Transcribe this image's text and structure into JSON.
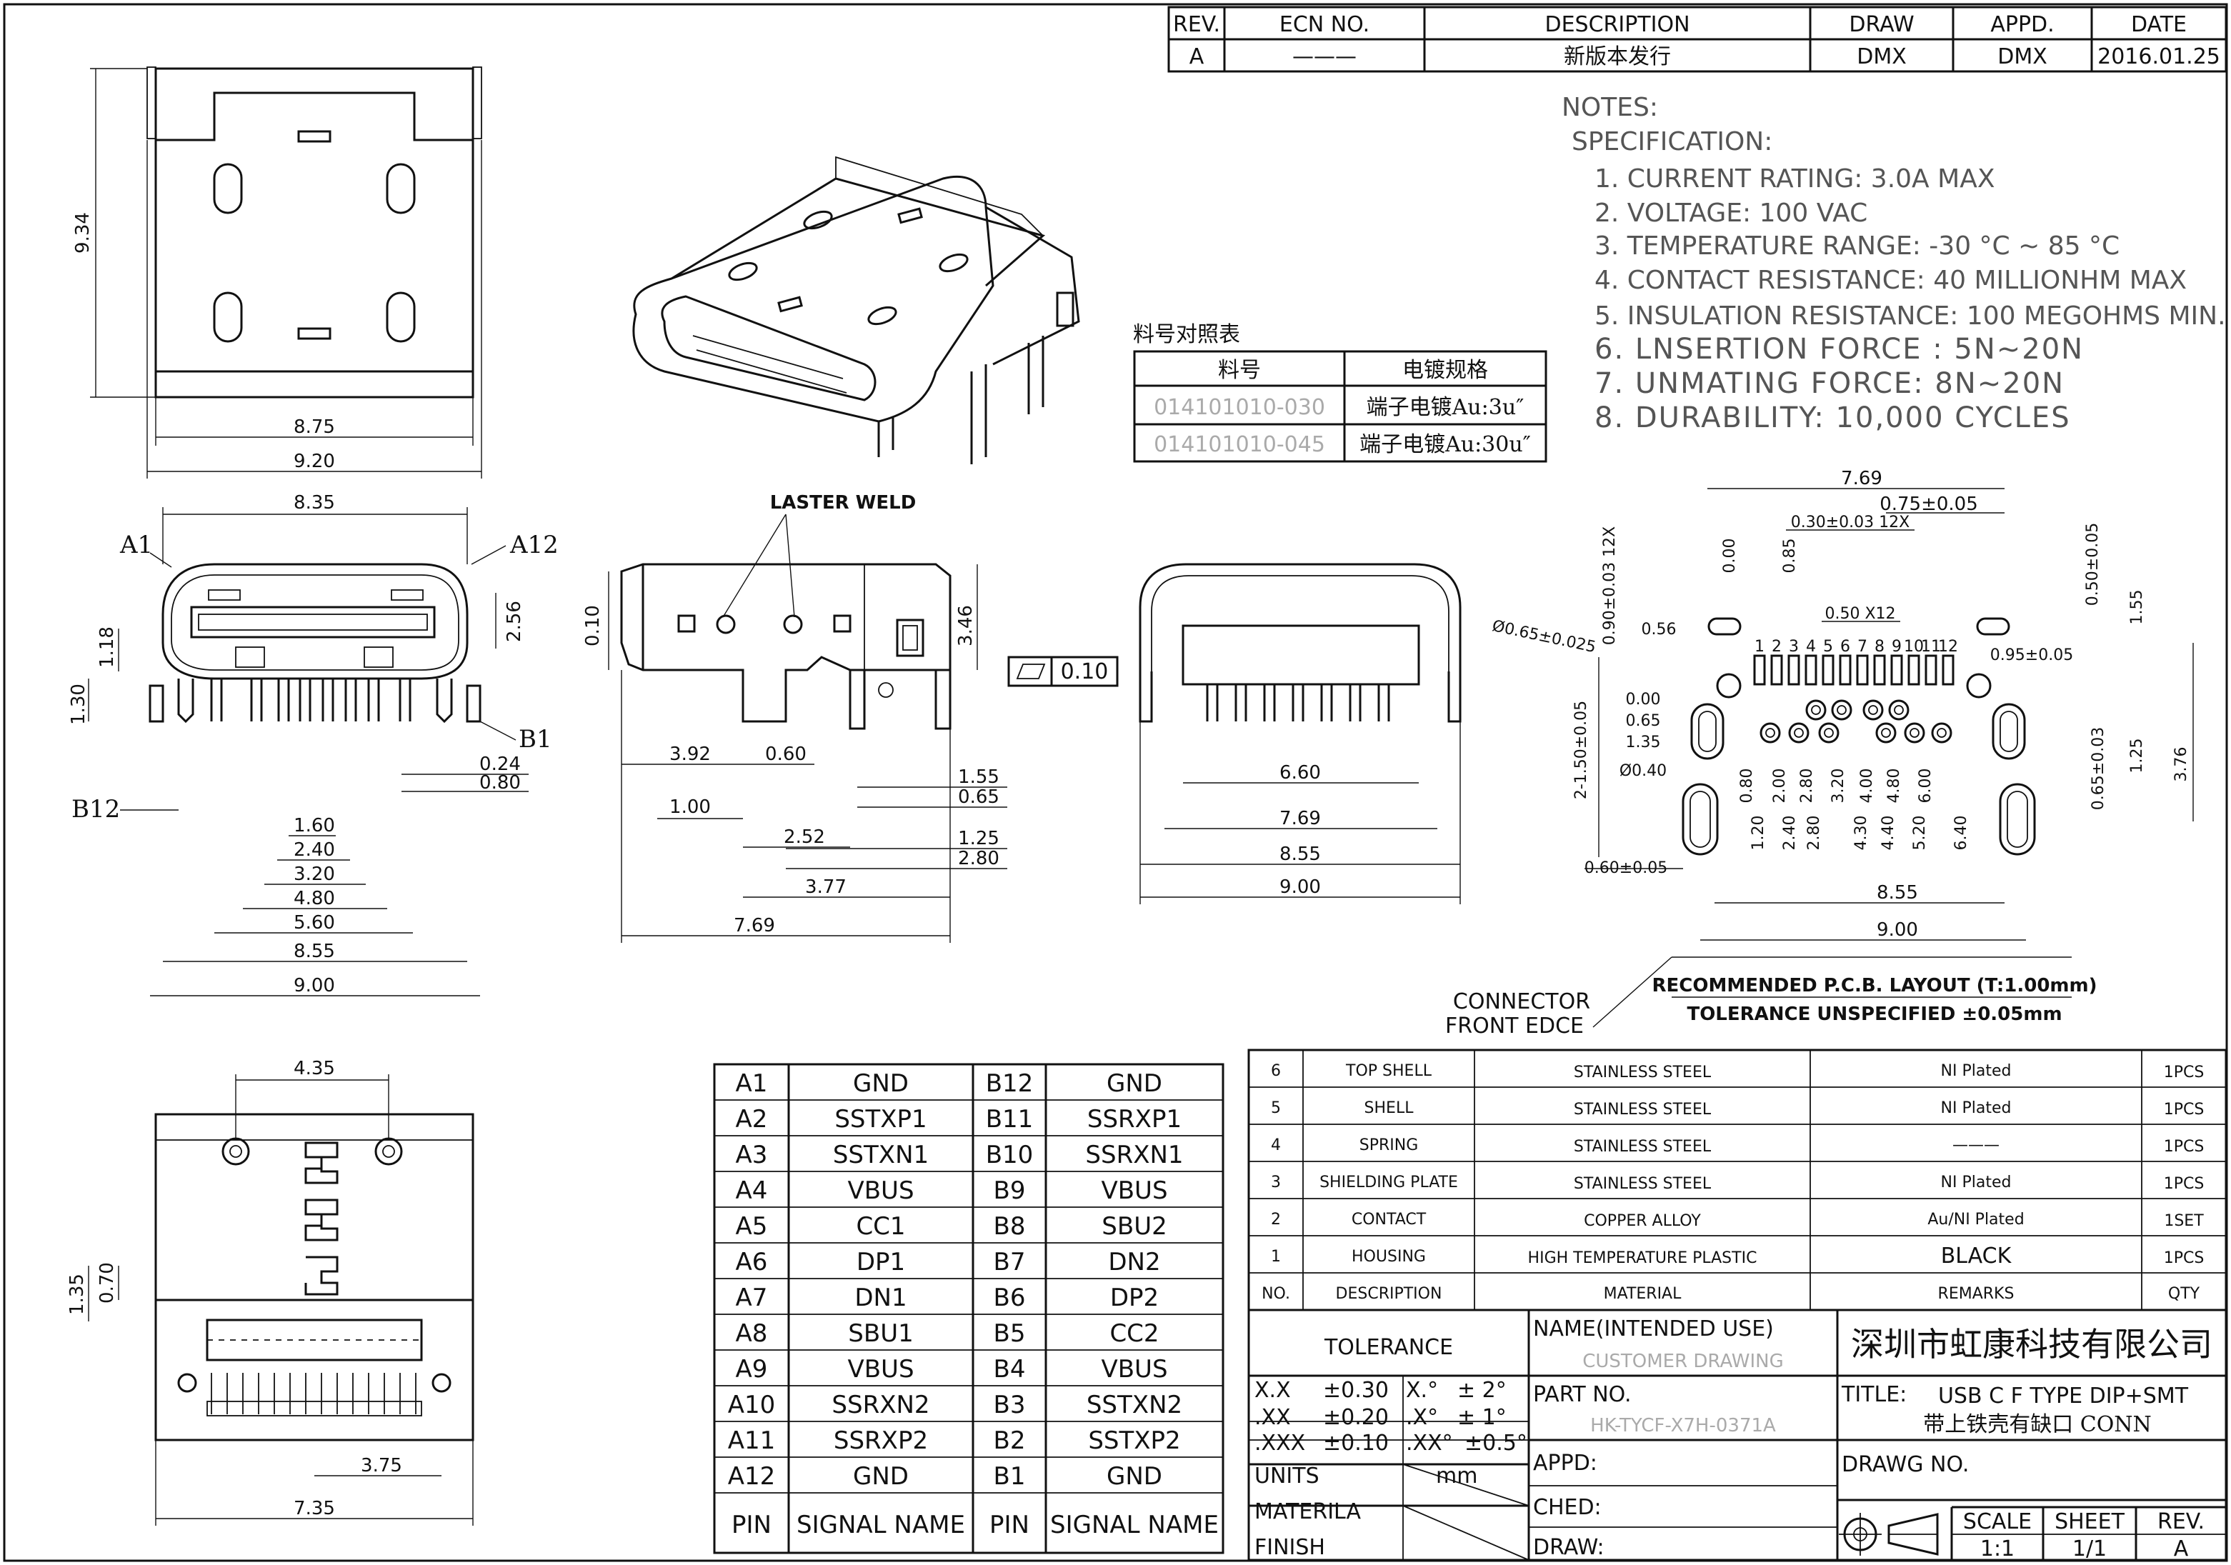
{
  "revision_block": {
    "headers": [
      "REV.",
      "ECN NO.",
      "DESCRIPTION",
      "DRAW",
      "APPD.",
      "DATE"
    ],
    "row": [
      "A",
      "———",
      "新版本发行",
      "DMX",
      "DMX",
      "2016.01.25"
    ]
  },
  "notes": {
    "title": "NOTES:",
    "subtitle": "SPECIFICATION:",
    "items": [
      "1. CURRENT RATING: 3.0A MAX",
      "2. VOLTAGE: 100 VAC",
      "3. TEMPERATURE RANGE: -30 °C ~ 85 °C",
      "4. CONTACT RESISTANCE: 40 MILLIONHM MAX",
      "5. INSULATION RESISTANCE: 100 MEGOHMS MIN.",
      "6. LNSERTION FORCE : 5N~20N",
      "7. UNMATING FORCE: 8N~20N",
      "8. DURABILITY:  10,000 CYCLES"
    ]
  },
  "part_table": {
    "title": "料号对照表",
    "headers": [
      "料号",
      "电镀规格"
    ],
    "rows": [
      [
        "014101010-030",
        "端子电镀Au:3u″"
      ],
      [
        "014101010-045",
        "端子电镀Au:30u″"
      ]
    ]
  },
  "views": {
    "top_dims": [
      "9.34",
      "8.75",
      "9.20"
    ],
    "front_dims": [
      "8.35",
      "2.56",
      "1.18",
      "1.30",
      "0.24",
      "0.80",
      "1.60",
      "2.40",
      "3.20",
      "4.80",
      "5.60",
      "8.55",
      "9.00"
    ],
    "front_labels": [
      "A1",
      "A12",
      "B1",
      "B12"
    ],
    "side_label": "LASTER WELD",
    "side_dims": [
      "0.10",
      "3.46",
      "3.92",
      "0.60",
      "1.00",
      "1.55",
      "0.65",
      "2.52",
      "1.25",
      "2.80",
      "3.77",
      "7.69"
    ],
    "flatness": "0.10",
    "rear_dims": [
      "6.60",
      "7.69",
      "8.55",
      "9.00"
    ],
    "bottom_dims": [
      "4.35",
      "1.35",
      "0.70",
      "3.75",
      "7.35"
    ],
    "pcb_dims": [
      "7.69",
      "0.75±0.05",
      "0.30±0.03 12X",
      "0.90±0.03 12X",
      "0.00",
      "0.85",
      "0.56",
      "0.50 X12",
      "0.50±0.05",
      "1.55",
      "Ø0.65±0.025",
      "0.95±0.05",
      "0.00",
      "0.65",
      "1.35",
      "Ø0.40",
      "2-1.50±0.05",
      "0.65±0.03",
      "1.25",
      "3.76",
      "0.60±0.05",
      "8.55",
      "9.00"
    ],
    "pcb_hole_labels": [
      "0.80",
      "2.00",
      "2.80",
      "3.20",
      "4.00",
      "4.80",
      "6.00",
      "1.20",
      "2.40",
      "2.80",
      "4.30",
      "4.40",
      "5.20",
      "6.40"
    ],
    "pin_numbers": [
      "1",
      "2",
      "3",
      "4",
      "5",
      "6",
      "7",
      "8",
      "9",
      "10",
      "11",
      "12"
    ],
    "pcb_caption": "RECOMMENDED  P.C.B. LAYOUT (T:1.00mm)",
    "pcb_tolerance": "TOLERANCE UNSPECIFIED ±0.05mm",
    "connector_label_1": "CONNECTOR",
    "connector_label_2": "FRONT EDCE"
  },
  "pin_table": {
    "rows": [
      [
        "A1",
        "GND",
        "B12",
        "GND"
      ],
      [
        "A2",
        "SSTXP1",
        "B11",
        "SSRXP1"
      ],
      [
        "A3",
        "SSTXN1",
        "B10",
        "SSRXN1"
      ],
      [
        "A4",
        "VBUS",
        "B9",
        "VBUS"
      ],
      [
        "A5",
        "CC1",
        "B8",
        "SBU2"
      ],
      [
        "A6",
        "DP1",
        "B7",
        "DN2"
      ],
      [
        "A7",
        "DN1",
        "B6",
        "DP2"
      ],
      [
        "A8",
        "SBU1",
        "B5",
        "CC2"
      ],
      [
        "A9",
        "VBUS",
        "B4",
        "VBUS"
      ],
      [
        "A10",
        "SSRXN2",
        "B3",
        "SSTXN2"
      ],
      [
        "A11",
        "SSRXP2",
        "B2",
        "SSTXP2"
      ],
      [
        "A12",
        "GND",
        "B1",
        "GND"
      ]
    ],
    "footer": [
      "PIN",
      "SIGNAL NAME",
      "PIN",
      "SIGNAL NAME"
    ]
  },
  "bom": {
    "rows": [
      [
        "6",
        "TOP SHELL",
        "STAINLESS STEEL",
        "NI Plated",
        "1PCS"
      ],
      [
        "5",
        "SHELL",
        "STAINLESS STEEL",
        "NI Plated",
        "1PCS"
      ],
      [
        "4",
        "SPRING",
        "STAINLESS STEEL",
        "———",
        "1PCS"
      ],
      [
        "3",
        "SHIELDING PLATE",
        "STAINLESS STEEL",
        "NI  Plated",
        "1PCS"
      ],
      [
        "2",
        "CONTACT",
        "COPPER ALLOY",
        "Au/NI Plated",
        "1SET"
      ],
      [
        "1",
        "HOUSING",
        "HIGH TEMPERATURE PLASTIC",
        "BLACK",
        "1PCS"
      ]
    ],
    "header": [
      "NO.",
      "DESCRIPTION",
      "MATERIAL",
      "REMARKS",
      "QTY"
    ]
  },
  "title_block": {
    "tolerance": "TOLERANCE",
    "tol_rows": [
      [
        "X.X",
        "±0.30",
        "X.°",
        "± 2°"
      ],
      [
        ".XX",
        "±0.20",
        ".X°",
        "± 1°"
      ],
      [
        ".XXX",
        "±0.10",
        ".XX°",
        "±0.5°"
      ]
    ],
    "units_label": "UNITS",
    "units_value": "mm",
    "material_label": "MATERILA",
    "finish_label": "FINISH",
    "name_label": "NAME(INTENDED USE)",
    "name_value": "CUSTOMER DRAWING",
    "partno_label": "PART NO.",
    "partno_value": "HK-TYCF-X7H-0371A",
    "appd_label": "APPD:",
    "ched_label": "CHED:",
    "draw_label": "DRAW:",
    "company": "深圳市虹康科技有限公司",
    "title_label": "TITLE:",
    "title_line1": "USB C F TYPE DIP+SMT",
    "title_line2": "带上铁壳有缺口 CONN",
    "drawg_label": "DRAWG NO.",
    "scale_label": "SCALE",
    "scale_value": "1:1",
    "sheet_label": "SHEET",
    "sheet_value": "1/1",
    "rev_label": "REV.",
    "rev_value": "A"
  }
}
